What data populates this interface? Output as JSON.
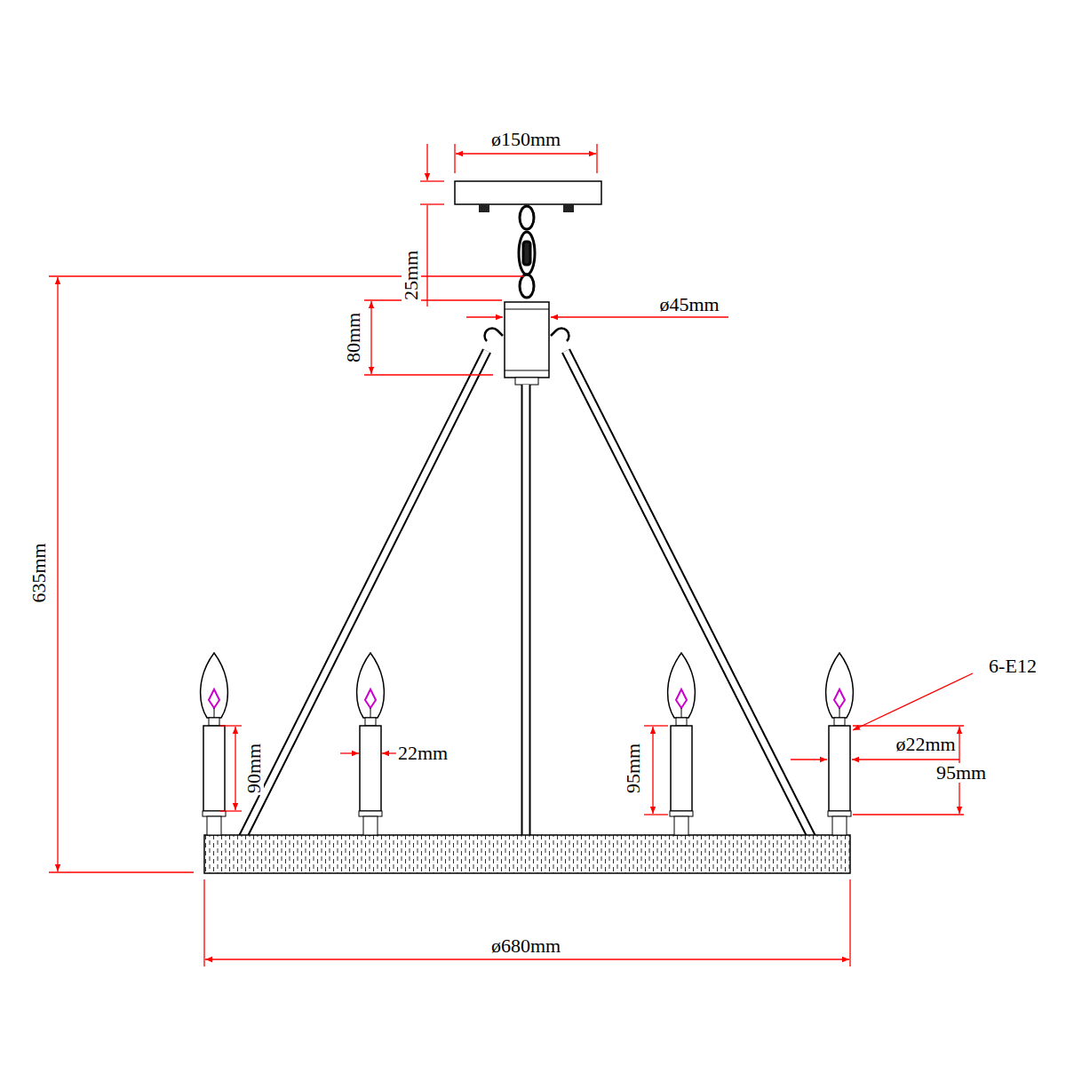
{
  "diagram": {
    "labels": [
      "ø150mm",
      "25mm",
      "ø45mm",
      "80mm",
      "635mm",
      "6-E12",
      "ø22mm",
      "22mm",
      "90mm",
      "95mm",
      "95mm",
      "ø680mm"
    ]
  }
}
